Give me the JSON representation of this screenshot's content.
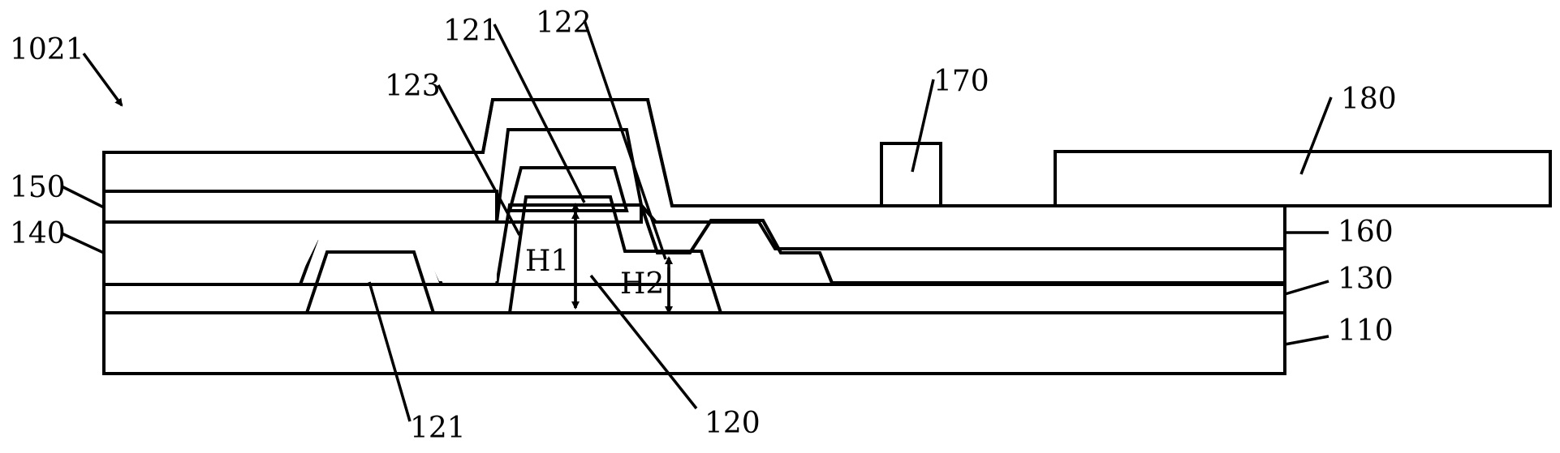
{
  "figure": {
    "callouts": {
      "ref_1021": "1021",
      "ref_121_top": "121",
      "ref_122": "122",
      "ref_123": "123",
      "ref_170": "170",
      "ref_180": "180",
      "ref_150": "150",
      "ref_140": "140",
      "ref_160": "160",
      "ref_130": "130",
      "ref_110": "110",
      "ref_121_bottom": "121",
      "ref_120": "120"
    },
    "dimensions": {
      "height_1": "H1",
      "height_2": "H2"
    }
  }
}
